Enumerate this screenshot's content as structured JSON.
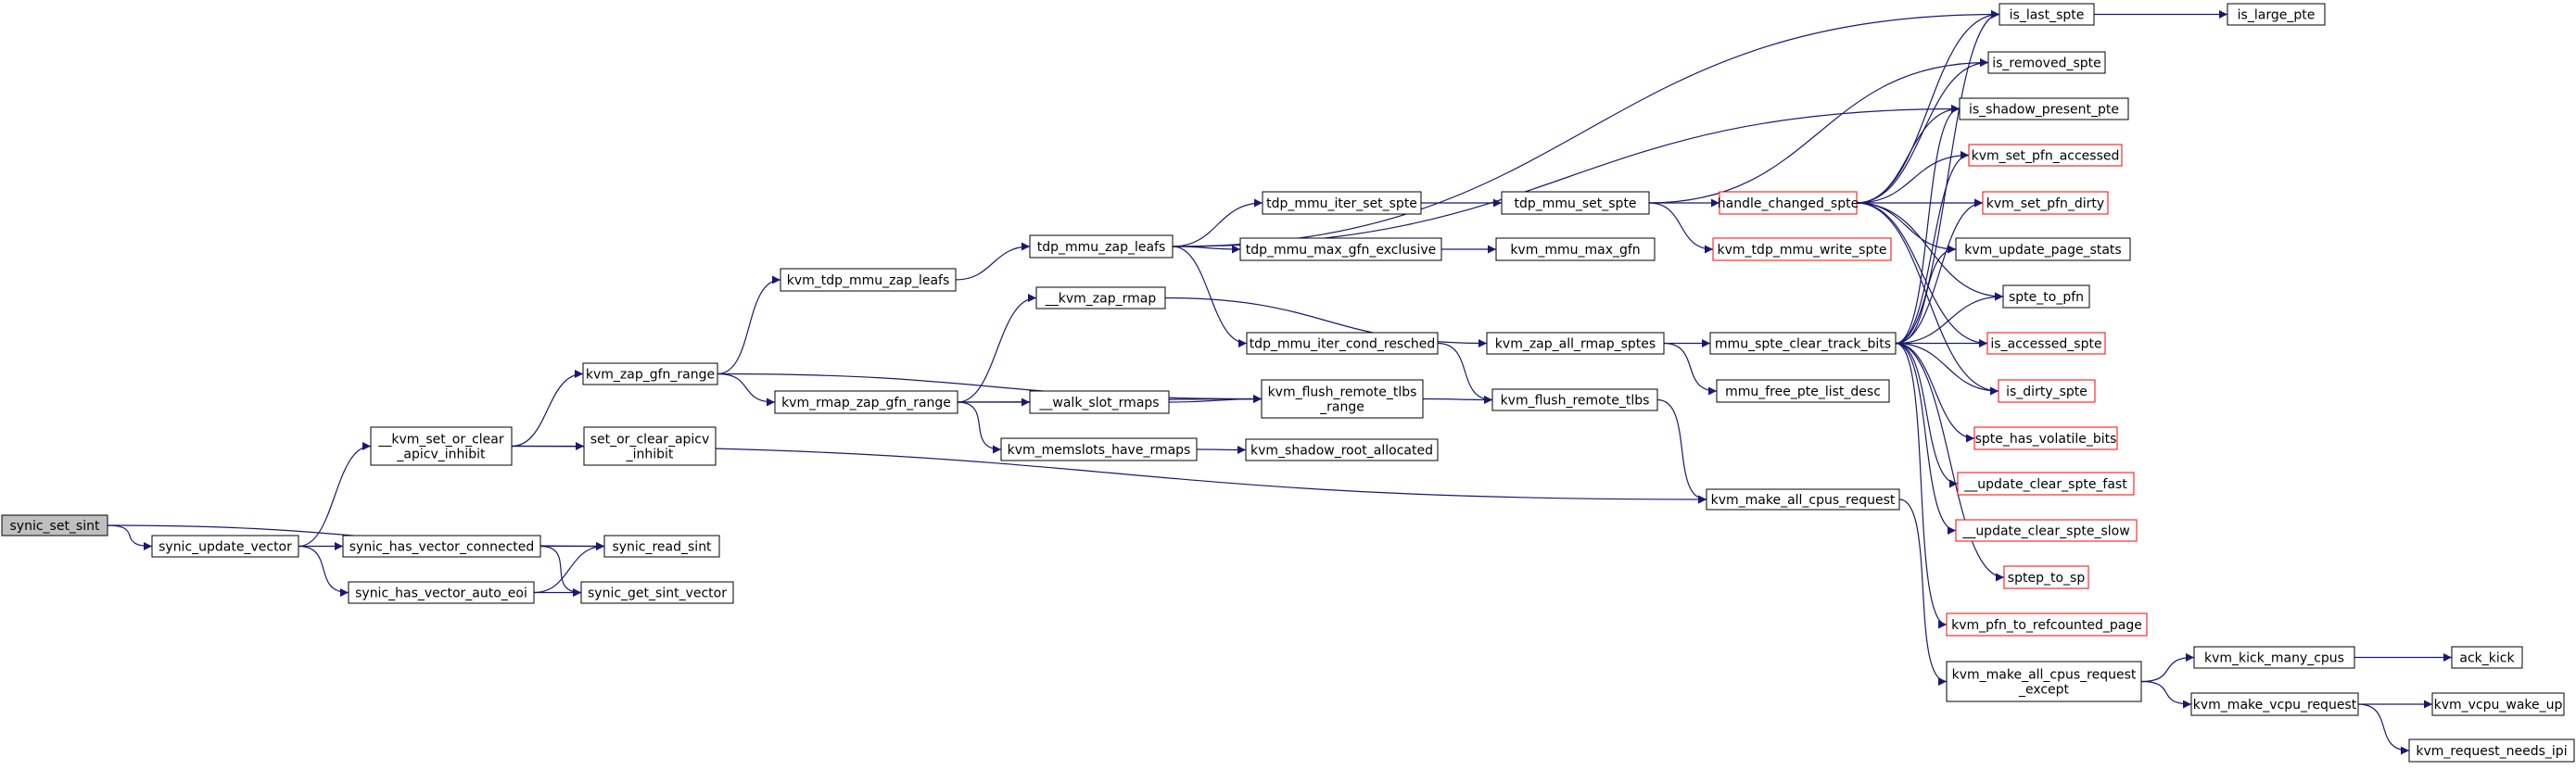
{
  "colors": {
    "edge": "#191970",
    "box_border": "#000000",
    "red_border": "#ff0000",
    "root_fill": "#bfbfbf",
    "node_fill": "#ffffff",
    "text": "#000000"
  },
  "nodes": [
    {
      "id": "synic_set_sint",
      "lines": [
        "synic_set_sint"
      ],
      "style": "root"
    },
    {
      "id": "synic_update_vector",
      "lines": [
        "synic_update_vector"
      ],
      "style": "normal"
    },
    {
      "id": "synic_read_sint",
      "lines": [
        "synic_read_sint"
      ],
      "style": "normal"
    },
    {
      "id": "kvm_set_or_clear_apicv_inhibit",
      "lines": [
        "__kvm_set_or_clear",
        "_apicv_inhibit"
      ],
      "style": "normal"
    },
    {
      "id": "synic_has_vector_connected",
      "lines": [
        "synic_has_vector_connected"
      ],
      "style": "normal"
    },
    {
      "id": "synic_has_vector_auto_eoi",
      "lines": [
        "synic_has_vector_auto_eoi"
      ],
      "style": "normal"
    },
    {
      "id": "synic_get_sint_vector",
      "lines": [
        "synic_get_sint_vector"
      ],
      "style": "normal"
    },
    {
      "id": "kvm_zap_gfn_range",
      "lines": [
        "kvm_zap_gfn_range"
      ],
      "style": "normal"
    },
    {
      "id": "set_or_clear_apicv_inhibit",
      "lines": [
        "set_or_clear_apicv",
        "_inhibit"
      ],
      "style": "normal"
    },
    {
      "id": "kvm_make_all_cpus_request",
      "lines": [
        "kvm_make_all_cpus_request"
      ],
      "style": "normal"
    },
    {
      "id": "kvm_tdp_mmu_zap_leafs",
      "lines": [
        "kvm_tdp_mmu_zap_leafs"
      ],
      "style": "normal"
    },
    {
      "id": "kvm_rmap_zap_gfn_range",
      "lines": [
        "kvm_rmap_zap_gfn_range"
      ],
      "style": "normal"
    },
    {
      "id": "kvm_flush_remote_tlbs_range",
      "lines": [
        "kvm_flush_remote_tlbs",
        "_range"
      ],
      "style": "normal"
    },
    {
      "id": "tdp_mmu_zap_leafs",
      "lines": [
        "tdp_mmu_zap_leafs"
      ],
      "style": "normal"
    },
    {
      "id": "is_last_spte",
      "lines": [
        "is_last_spte"
      ],
      "style": "normal"
    },
    {
      "id": "is_shadow_present_pte",
      "lines": [
        "is_shadow_present_pte"
      ],
      "style": "normal"
    },
    {
      "id": "tdp_mmu_iter_cond_resched",
      "lines": [
        "tdp_mmu_iter_cond_resched"
      ],
      "style": "normal"
    },
    {
      "id": "tdp_mmu_iter_set_spte",
      "lines": [
        "tdp_mmu_iter_set_spte"
      ],
      "style": "normal"
    },
    {
      "id": "tdp_mmu_max_gfn_exclusive",
      "lines": [
        "tdp_mmu_max_gfn_exclusive"
      ],
      "style": "normal"
    },
    {
      "id": "kvm_zap_rmap",
      "lines": [
        "__kvm_zap_rmap"
      ],
      "style": "normal"
    },
    {
      "id": "kvm_zap_all_rmap_sptes",
      "lines": [
        "kvm_zap_all_rmap_sptes"
      ],
      "style": "normal"
    },
    {
      "id": "walk_slot_rmaps",
      "lines": [
        "__walk_slot_rmaps"
      ],
      "style": "normal"
    },
    {
      "id": "kvm_memslots_have_rmaps",
      "lines": [
        "kvm_memslots_have_rmaps"
      ],
      "style": "normal"
    },
    {
      "id": "kvm_shadow_root_allocated",
      "lines": [
        "kvm_shadow_root_allocated"
      ],
      "style": "normal"
    },
    {
      "id": "kvm_flush_remote_tlbs",
      "lines": [
        "kvm_flush_remote_tlbs"
      ],
      "style": "normal"
    },
    {
      "id": "kvm_make_all_cpus_request_except",
      "lines": [
        "kvm_make_all_cpus_request",
        "_except"
      ],
      "style": "normal"
    },
    {
      "id": "tdp_mmu_set_spte",
      "lines": [
        "tdp_mmu_set_spte"
      ],
      "style": "normal"
    },
    {
      "id": "kvm_mmu_max_gfn",
      "lines": [
        "kvm_mmu_max_gfn"
      ],
      "style": "normal"
    },
    {
      "id": "mmu_spte_clear_track_bits",
      "lines": [
        "mmu_spte_clear_track_bits"
      ],
      "style": "normal"
    },
    {
      "id": "mmu_free_pte_list_desc",
      "lines": [
        "mmu_free_pte_list_desc"
      ],
      "style": "normal"
    },
    {
      "id": "handle_changed_spte",
      "lines": [
        "handle_changed_spte"
      ],
      "style": "red"
    },
    {
      "id": "kvm_tdp_mmu_write_spte",
      "lines": [
        "kvm_tdp_mmu_write_spte"
      ],
      "style": "red"
    },
    {
      "id": "is_large_pte",
      "lines": [
        "is_large_pte"
      ],
      "style": "normal"
    },
    {
      "id": "is_removed_spte",
      "lines": [
        "is_removed_spte"
      ],
      "style": "normal"
    },
    {
      "id": "kvm_set_pfn_accessed",
      "lines": [
        "kvm_set_pfn_accessed"
      ],
      "style": "red"
    },
    {
      "id": "kvm_set_pfn_dirty",
      "lines": [
        "kvm_set_pfn_dirty"
      ],
      "style": "red"
    },
    {
      "id": "kvm_update_page_stats",
      "lines": [
        "kvm_update_page_stats"
      ],
      "style": "normal"
    },
    {
      "id": "spte_to_pfn",
      "lines": [
        "spte_to_pfn"
      ],
      "style": "normal"
    },
    {
      "id": "is_accessed_spte",
      "lines": [
        "is_accessed_spte"
      ],
      "style": "red"
    },
    {
      "id": "is_dirty_spte",
      "lines": [
        "is_dirty_spte"
      ],
      "style": "red"
    },
    {
      "id": "spte_has_volatile_bits",
      "lines": [
        "spte_has_volatile_bits"
      ],
      "style": "red"
    },
    {
      "id": "update_clear_spte_fast",
      "lines": [
        "__update_clear_spte_fast"
      ],
      "style": "red"
    },
    {
      "id": "update_clear_spte_slow",
      "lines": [
        "__update_clear_spte_slow"
      ],
      "style": "red"
    },
    {
      "id": "sptep_to_sp",
      "lines": [
        "sptep_to_sp"
      ],
      "style": "red"
    },
    {
      "id": "kvm_pfn_to_refcounted_page",
      "lines": [
        "kvm_pfn_to_refcounted_page"
      ],
      "style": "red"
    },
    {
      "id": "kvm_kick_many_cpus",
      "lines": [
        "kvm_kick_many_cpus"
      ],
      "style": "normal"
    },
    {
      "id": "kvm_make_vcpu_request",
      "lines": [
        "kvm_make_vcpu_request"
      ],
      "style": "normal"
    },
    {
      "id": "ack_kick",
      "lines": [
        "ack_kick"
      ],
      "style": "normal"
    },
    {
      "id": "kvm_vcpu_wake_up",
      "lines": [
        "kvm_vcpu_wake_up"
      ],
      "style": "normal"
    },
    {
      "id": "kvm_request_needs_ipi",
      "lines": [
        "kvm_request_needs_ipi"
      ],
      "style": "normal"
    }
  ],
  "edges": [
    [
      "synic_set_sint",
      "synic_update_vector"
    ],
    [
      "synic_set_sint",
      "synic_read_sint"
    ],
    [
      "synic_update_vector",
      "kvm_set_or_clear_apicv_inhibit"
    ],
    [
      "synic_update_vector",
      "synic_has_vector_connected"
    ],
    [
      "synic_update_vector",
      "synic_has_vector_auto_eoi"
    ],
    [
      "kvm_set_or_clear_apicv_inhibit",
      "kvm_zap_gfn_range"
    ],
    [
      "kvm_set_or_clear_apicv_inhibit",
      "set_or_clear_apicv_inhibit"
    ],
    [
      "kvm_set_or_clear_apicv_inhibit",
      "kvm_make_all_cpus_request"
    ],
    [
      "synic_has_vector_connected",
      "synic_read_sint"
    ],
    [
      "synic_has_vector_connected",
      "synic_get_sint_vector"
    ],
    [
      "synic_has_vector_auto_eoi",
      "synic_read_sint"
    ],
    [
      "synic_has_vector_auto_eoi",
      "synic_get_sint_vector"
    ],
    [
      "kvm_zap_gfn_range",
      "kvm_tdp_mmu_zap_leafs"
    ],
    [
      "kvm_zap_gfn_range",
      "kvm_rmap_zap_gfn_range"
    ],
    [
      "kvm_zap_gfn_range",
      "kvm_flush_remote_tlbs_range"
    ],
    [
      "kvm_tdp_mmu_zap_leafs",
      "tdp_mmu_zap_leafs"
    ],
    [
      "tdp_mmu_zap_leafs",
      "is_last_spte"
    ],
    [
      "tdp_mmu_zap_leafs",
      "is_shadow_present_pte"
    ],
    [
      "tdp_mmu_zap_leafs",
      "tdp_mmu_iter_set_spte"
    ],
    [
      "tdp_mmu_zap_leafs",
      "tdp_mmu_max_gfn_exclusive"
    ],
    [
      "tdp_mmu_zap_leafs",
      "tdp_mmu_iter_cond_resched"
    ],
    [
      "tdp_mmu_iter_set_spte",
      "tdp_mmu_set_spte"
    ],
    [
      "tdp_mmu_max_gfn_exclusive",
      "kvm_mmu_max_gfn"
    ],
    [
      "tdp_mmu_iter_cond_resched",
      "kvm_flush_remote_tlbs"
    ],
    [
      "tdp_mmu_set_spte",
      "handle_changed_spte"
    ],
    [
      "tdp_mmu_set_spte",
      "kvm_tdp_mmu_write_spte"
    ],
    [
      "tdp_mmu_set_spte",
      "is_removed_spte"
    ],
    [
      "kvm_rmap_zap_gfn_range",
      "kvm_zap_rmap"
    ],
    [
      "kvm_rmap_zap_gfn_range",
      "walk_slot_rmaps"
    ],
    [
      "kvm_rmap_zap_gfn_range",
      "kvm_memslots_have_rmaps"
    ],
    [
      "kvm_rmap_zap_gfn_range",
      "kvm_flush_remote_tlbs_range"
    ],
    [
      "kvm_zap_rmap",
      "kvm_zap_all_rmap_sptes"
    ],
    [
      "walk_slot_rmaps",
      "kvm_flush_remote_tlbs_range"
    ],
    [
      "kvm_memslots_have_rmaps",
      "kvm_shadow_root_allocated"
    ],
    [
      "kvm_flush_remote_tlbs_range",
      "kvm_flush_remote_tlbs"
    ],
    [
      "kvm_flush_remote_tlbs",
      "kvm_make_all_cpus_request"
    ],
    [
      "kvm_zap_all_rmap_sptes",
      "mmu_spte_clear_track_bits"
    ],
    [
      "kvm_zap_all_rmap_sptes",
      "mmu_free_pte_list_desc"
    ],
    [
      "kvm_make_all_cpus_request",
      "kvm_make_all_cpus_request_except"
    ],
    [
      "handle_changed_spte",
      "is_last_spte"
    ],
    [
      "handle_changed_spte",
      "is_removed_spte"
    ],
    [
      "handle_changed_spte",
      "is_shadow_present_pte"
    ],
    [
      "handle_changed_spte",
      "kvm_set_pfn_accessed"
    ],
    [
      "handle_changed_spte",
      "kvm_set_pfn_dirty"
    ],
    [
      "handle_changed_spte",
      "kvm_update_page_stats"
    ],
    [
      "handle_changed_spte",
      "spte_to_pfn"
    ],
    [
      "handle_changed_spte",
      "is_accessed_spte"
    ],
    [
      "handle_changed_spte",
      "is_dirty_spte"
    ],
    [
      "mmu_spte_clear_track_bits",
      "is_last_spte"
    ],
    [
      "mmu_spte_clear_track_bits",
      "is_shadow_present_pte"
    ],
    [
      "mmu_spte_clear_track_bits",
      "kvm_set_pfn_accessed"
    ],
    [
      "mmu_spte_clear_track_bits",
      "kvm_set_pfn_dirty"
    ],
    [
      "mmu_spte_clear_track_bits",
      "kvm_update_page_stats"
    ],
    [
      "mmu_spte_clear_track_bits",
      "spte_to_pfn"
    ],
    [
      "mmu_spte_clear_track_bits",
      "is_accessed_spte"
    ],
    [
      "mmu_spte_clear_track_bits",
      "is_dirty_spte"
    ],
    [
      "mmu_spte_clear_track_bits",
      "spte_has_volatile_bits"
    ],
    [
      "mmu_spte_clear_track_bits",
      "update_clear_spte_fast"
    ],
    [
      "mmu_spte_clear_track_bits",
      "update_clear_spte_slow"
    ],
    [
      "mmu_spte_clear_track_bits",
      "sptep_to_sp"
    ],
    [
      "mmu_spte_clear_track_bits",
      "kvm_pfn_to_refcounted_page"
    ],
    [
      "is_last_spte",
      "is_large_pte"
    ],
    [
      "kvm_make_all_cpus_request_except",
      "kvm_kick_many_cpus"
    ],
    [
      "kvm_make_all_cpus_request_except",
      "kvm_make_vcpu_request"
    ],
    [
      "kvm_kick_many_cpus",
      "ack_kick"
    ],
    [
      "kvm_make_vcpu_request",
      "kvm_vcpu_wake_up"
    ],
    [
      "kvm_make_vcpu_request",
      "kvm_request_needs_ipi"
    ]
  ]
}
